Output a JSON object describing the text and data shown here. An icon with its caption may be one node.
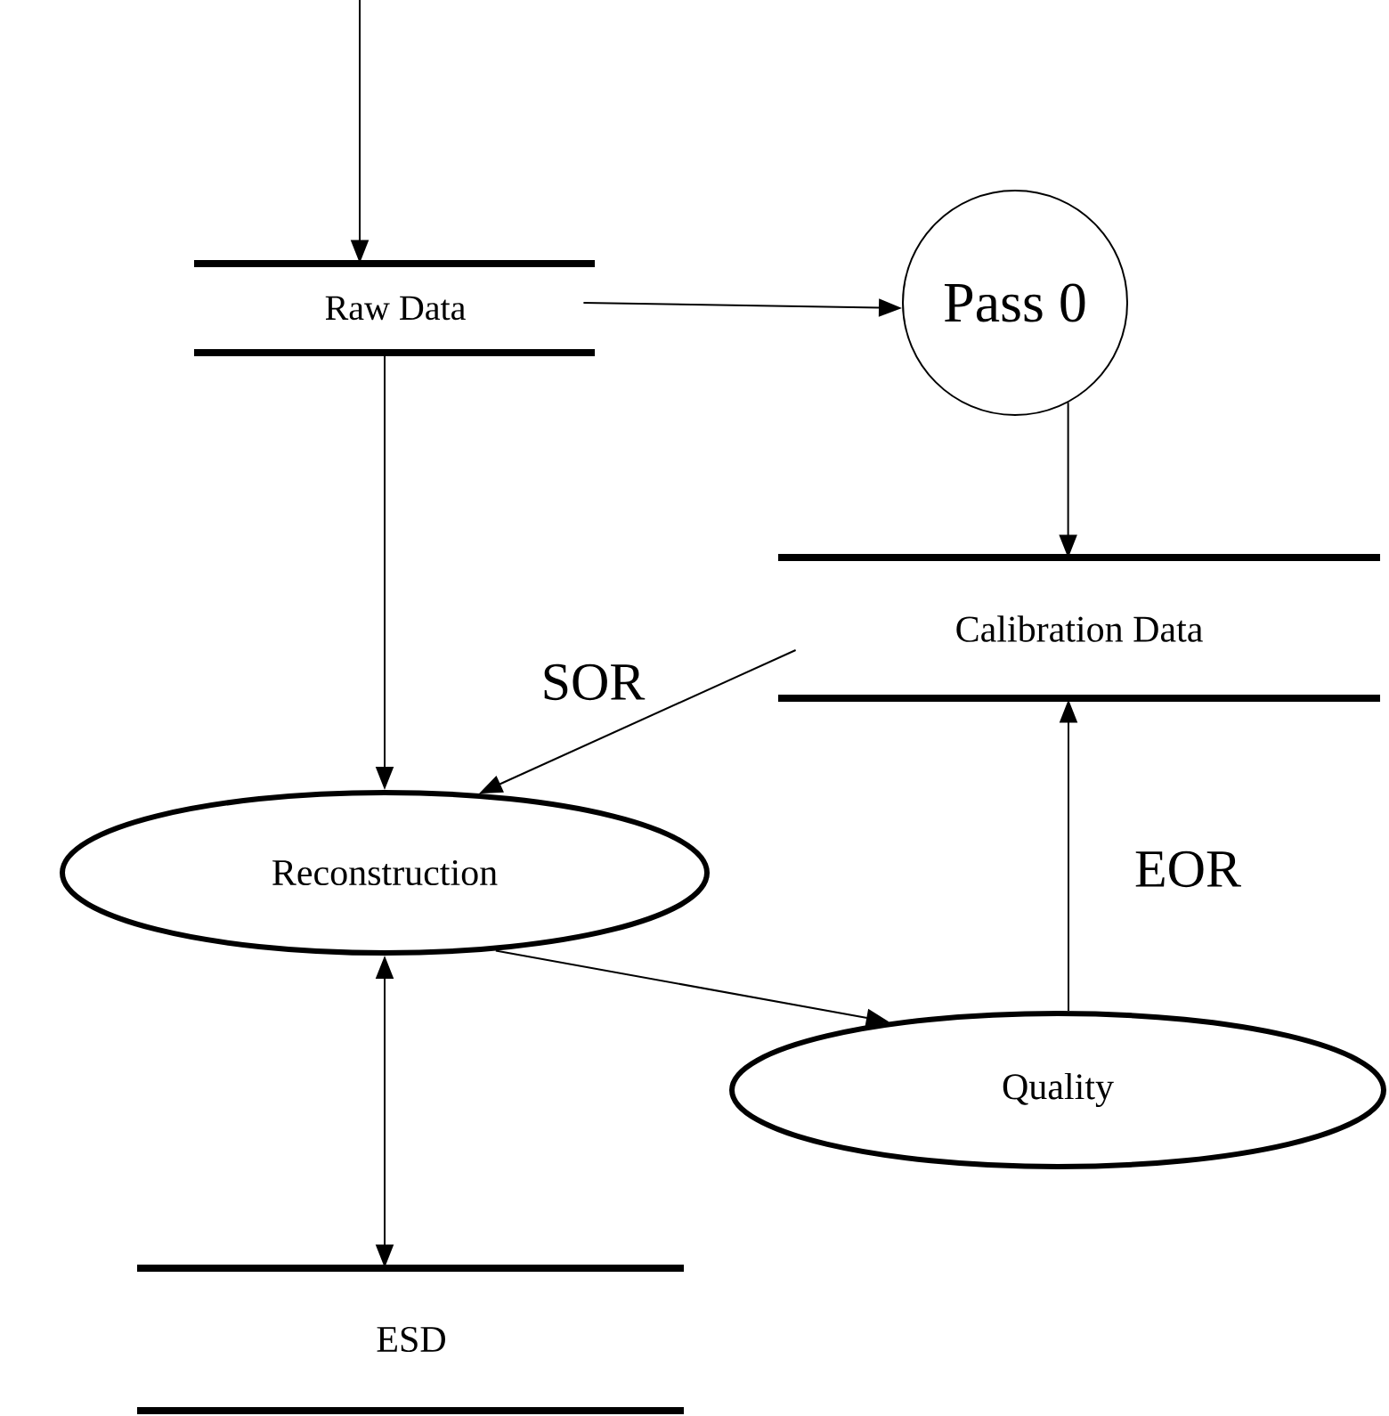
{
  "diagram": {
    "nodes": [
      {
        "text": [
          "Raw Data"
        ]
      },
      {
        "text": [
          "Pass 0"
        ]
      },
      {
        "text": [
          "Calibration Data"
        ]
      },
      {
        "text": [
          "Reconstruction"
        ]
      },
      {
        "text": [
          "Quality"
        ]
      },
      {
        "text": [
          "ESD"
        ]
      }
    ],
    "edges": [
      {
        "from": null,
        "to": 0,
        "arrow": "to"
      },
      {
        "from": 0,
        "to": 1,
        "arrow": "to"
      },
      {
        "from": 1,
        "to": 2,
        "arrow": "to"
      },
      {
        "from": 0,
        "to": 3,
        "arrow": "to"
      },
      {
        "from": 2,
        "to": 3,
        "arrow": "to",
        "label": "SOR"
      },
      {
        "from": 3,
        "to": 4,
        "arrow": "to"
      },
      {
        "from": 4,
        "to": 2,
        "arrow": "to",
        "label": "EOR"
      },
      {
        "from": 3,
        "to": 5,
        "arrow": "both"
      }
    ]
  }
}
